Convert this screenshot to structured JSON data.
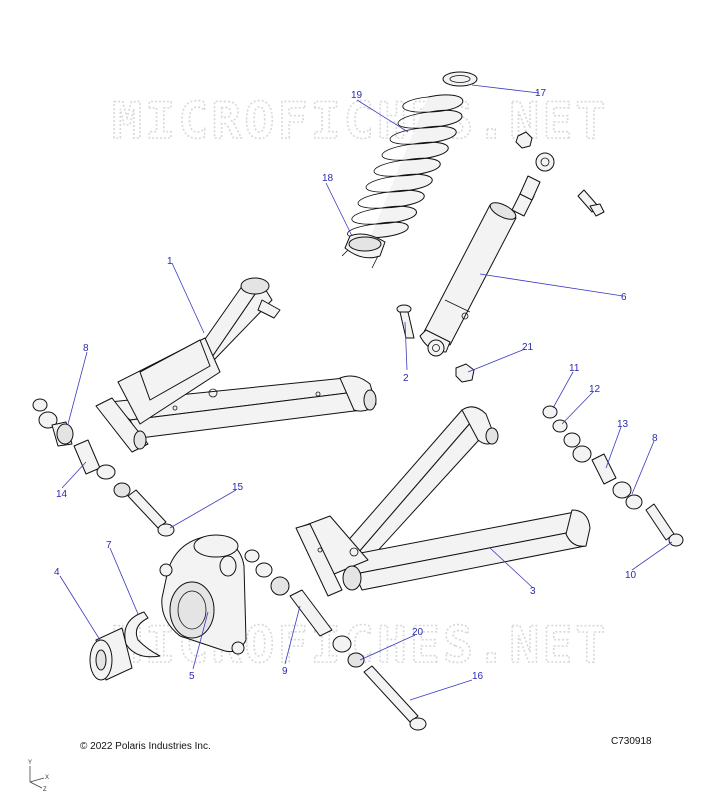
{
  "watermark": "MICROFICHES.NET",
  "copyright": "© 2022 Polaris Industries Inc.",
  "figure_id": "C730918",
  "axis_labels": {
    "y": "Y",
    "x": "X",
    "z": "Z"
  },
  "callouts": [
    "1",
    "2",
    "3",
    "4",
    "5",
    "6",
    "7",
    "8",
    "8",
    "9",
    "10",
    "11",
    "12",
    "13",
    "14",
    "15",
    "16",
    "17",
    "18",
    "19",
    "20",
    "21"
  ]
}
